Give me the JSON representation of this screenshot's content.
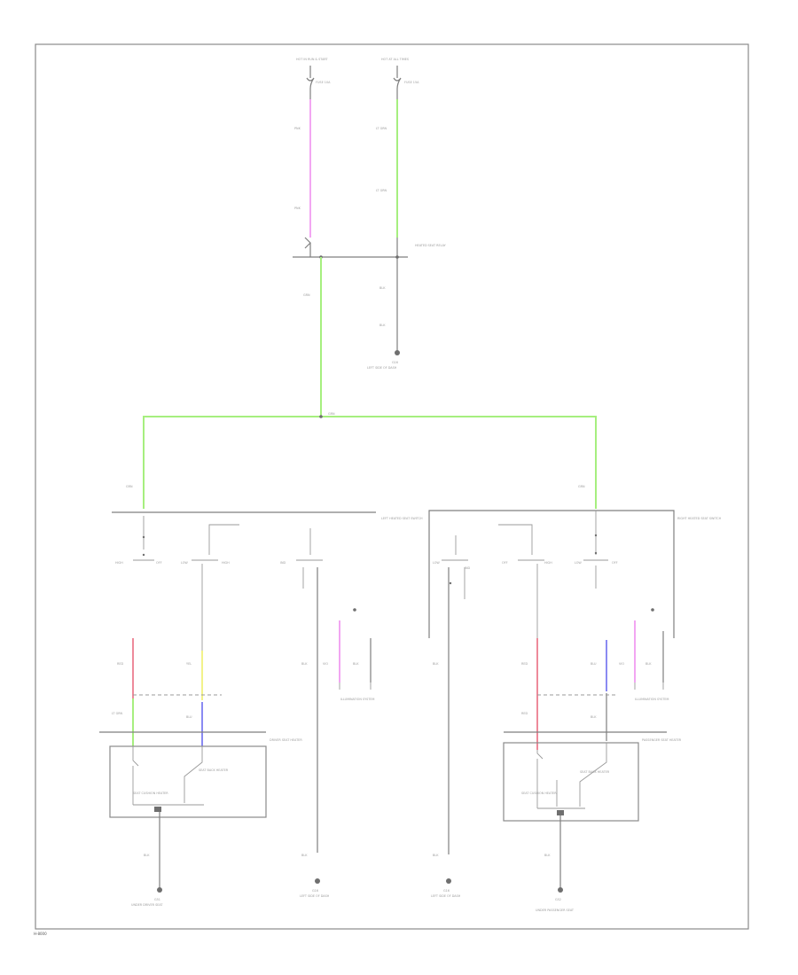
{
  "colors": {
    "background": "#ffffff",
    "frame": "#8a8a8a",
    "wire": "#7f7f7f",
    "green": "#a6ef7f",
    "pink": "#f2a6f2",
    "red": "#ee8a9a",
    "yellow": "#f2f28a",
    "blue": "#8a8af2",
    "violet": "#c78ef2"
  },
  "labels": {
    "hot_run_start": "HOT IN RUN & START",
    "hot_at_all_times": "HOT AT ALL TIMES",
    "fuse_top_left": "FUSE 10A",
    "fuse_top_right": "FUSE 15A",
    "wire_pink_top": "PNK",
    "wire_pink_mid": "PNK",
    "wire_green_1": "LT GRN",
    "wire_green_2": "LT GRN",
    "relay_name": "HEATED SEAT RELAY",
    "relay_out": "GRN",
    "wire_black_1": "BLK",
    "wire_black_2": "BLK",
    "ground_top": "G16",
    "ground_top_location": "LEFT SIDE OF DASH",
    "bus_wire": "GRN",
    "left_drop_wire": "GRN",
    "right_drop_wire": "GRN",
    "left_switch_name": "LEFT HEATED SEAT SWITCH",
    "right_switch_name": "RIGHT HEATED SEAT SWITCH",
    "sw_hi": "HIGH",
    "sw_off": "OFF",
    "sw_lo": "LOW",
    "indicator": "IND",
    "wire_red": "RED",
    "wire_yellow": "YEL",
    "wire_blue": "BLU",
    "wire_violet": "VIO",
    "wire_ltgrn": "LT GRN",
    "left_illum": "ILLUMINATION SYSTEM",
    "right_illum": "ILLUMINATION SYSTEM",
    "left_seat_heater": "DRIVER SEAT HEATER",
    "right_seat_heater": "PASSENGER SEAT HEATER",
    "seat_cushion": "SEAT CUSHION HEATER",
    "seat_back": "SEAT BACK HEATER",
    "ground_1": "G51",
    "ground_1_location": "UNDER DRIVER SEAT",
    "ground_2": "G16",
    "ground_2_location": "LEFT SIDE OF DASH",
    "ground_3": "G16",
    "ground_3_location": "LEFT SIDE OF DASH",
    "ground_4": "G52",
    "ground_4_location": "UNDER PASSENGER SEAT",
    "figure_id": "H-8000"
  }
}
